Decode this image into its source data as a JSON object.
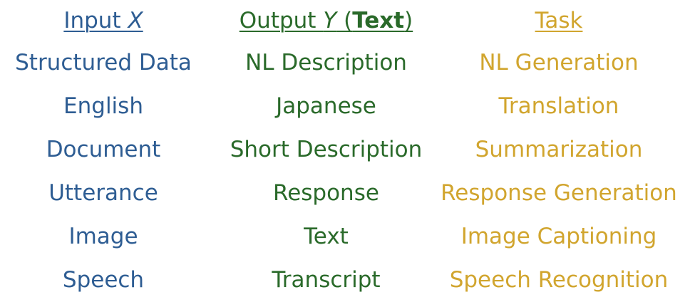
{
  "colors": {
    "input": "#2e5d93",
    "output": "#2a6a2a",
    "task": "#d1a52e"
  },
  "headers": {
    "input": {
      "prefix": "Input ",
      "var": "X"
    },
    "output": {
      "prefix": "Output ",
      "var": "Y",
      "paren_open": " (",
      "bold": "Text",
      "paren_close": ")"
    },
    "task": {
      "label": "Task"
    }
  },
  "rows": [
    {
      "input": "Structured Data",
      "output": "NL Description",
      "task": "NL Generation"
    },
    {
      "input": "English",
      "output": "Japanese",
      "task": "Translation"
    },
    {
      "input": "Document",
      "output": "Short Description",
      "task": "Summarization"
    },
    {
      "input": "Utterance",
      "output": "Response",
      "task": "Response Generation"
    },
    {
      "input": "Image",
      "output": "Text",
      "task": "Image Captioning"
    },
    {
      "input": "Speech",
      "output": "Transcript",
      "task": "Speech Recognition"
    }
  ]
}
